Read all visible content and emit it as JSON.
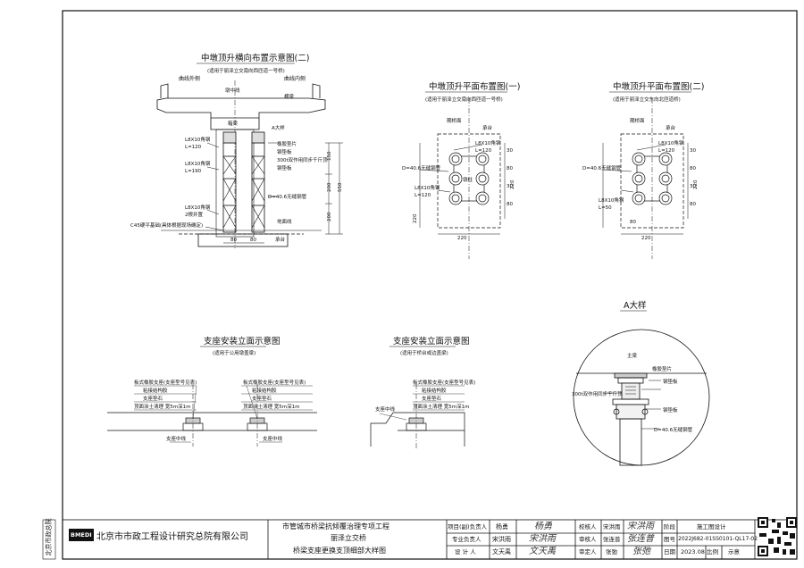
{
  "drawings": {
    "elevation": {
      "title": "中墩顶升横向布置示意图(二)",
      "subtitle": "(适用于丽泽立交南向西匝道一号桥)",
      "labels": {
        "curve_outer": "曲线外侧",
        "curve_inner": "曲线内侧",
        "pier_center": "墩中线",
        "cross_beam": "横梁",
        "a_detail": "A大样",
        "rubber_pad": "橡胶垫片",
        "steel_plate": "钢垫板",
        "jack": "300t双作用同步千斤顶",
        "steel_plate2": "钢垫板",
        "angle1": "L8X10角钢",
        "angle1_len": "L=120",
        "angle2": "L8X10角钢",
        "angle2_len": "L=190",
        "angle3": "L8X10角钢",
        "angle3_len": "2根并置",
        "pipe": "D=40.6无缝钢管",
        "ground": "地面线",
        "foundation": "C45硬平基础(具体根据现场确定)",
        "cap": "承台",
        "box_beam": "箱梁",
        "dims": [
          "150",
          "200",
          "200",
          "550",
          "80",
          "80"
        ]
      }
    },
    "plan1": {
      "title": "中墩顶升平面布置图(一)",
      "subtitle": "(适用于丽泽立交南向西匝道一号桥)",
      "labels": {
        "bearing": "期桥面",
        "cap": "承台",
        "angle_top": "L8X10角钢",
        "angle_top_len": "L=120",
        "pipe": "D=40.6无缝钢管",
        "angle_bot": "L8X10角钢",
        "angle_bot_len": "L=120",
        "pier": "墩柱",
        "dims": [
          "30",
          "80",
          "30",
          "80",
          "220",
          "220",
          "220"
        ]
      }
    },
    "plan2": {
      "title": "中墩顶升平面布置图(二)",
      "subtitle": "(适用于丽泽立交东向北匝道桥)",
      "labels": {
        "bearing": "期桥面",
        "cap": "承台",
        "angle_top": "L8X10角钢",
        "angle_top_len": "L=120",
        "pipe": "D=40.6无缝钢管",
        "angle_bot": "L8X10角钢",
        "angle_bot_len": "L=50",
        "dims": [
          "30",
          "80",
          "30",
          "80",
          "80",
          "220",
          "220"
        ]
      }
    },
    "a_detail": {
      "title": "A大样",
      "labels": {
        "beam": "主梁",
        "rubber": "橡胶垫片",
        "plate": "钢垫板",
        "jack": "300t双作用同步千斤顶",
        "plate2": "钢垫板",
        "pipe": "D=40.6无缝钢管"
      }
    },
    "elev1": {
      "title": "支座安装立面示意图",
      "subtitle": "(适用于公用墩盖梁)",
      "labels": {
        "a1": "板式橡胶支座(支座型号见表)",
        "a2": "粘接结构胶",
        "a3": "支座垫石",
        "a4": "顶面涂土清理 宽5m深1m",
        "b1": "板式橡胶支座(支座型号见表)",
        "b2": "粘接结构胶",
        "b3": "支座垫石",
        "b4": "顶面涂土清理 宽5m深1m",
        "center1": "支座中线",
        "center2": "支座中线"
      }
    },
    "elev2": {
      "title": "支座安装立面示意图",
      "subtitle": "(适用于桥台或边盖梁)",
      "labels": {
        "a1": "板式橡胶支座(支座型号见表)",
        "a2": "粘接结构胶",
        "a3": "支座垫石",
        "a4": "顶面涂土清理 宽5m深1m",
        "center": "支座中线"
      }
    }
  },
  "title_block": {
    "org_side": "北京市政总院",
    "org": "北京市市政工程设计研究总院有限公司",
    "logo": "BMEDI",
    "project": "市管城市桥梁抗倾覆治理专项工程",
    "bridge": "丽泽立交桥",
    "drawing_name": "桥梁支座更换支顶细部大样图",
    "rows": [
      {
        "role": "项目(副)负责人",
        "name": "杨勇",
        "sig": "杨勇",
        "role2": "校核人",
        "name2": "宋洪雨",
        "sig2": "宋洪雨",
        "field": "阶段",
        "value": "施工图设计"
      },
      {
        "role": "专业负责人",
        "name": "宋洪雨",
        "sig": "宋洪雨",
        "role2": "审核人",
        "name2": "张连普",
        "sig2": "张连普",
        "field": "图号",
        "value": "2022J682-01SS0101-QL17-02"
      },
      {
        "role": "设 计 人",
        "name": "文天禹",
        "sig": "文天禹",
        "role2": "审定人",
        "name2": "张弛",
        "sig2": "张弛",
        "field": "日期",
        "value": "2023.08",
        "field2": "比例",
        "value2": "示意"
      }
    ]
  }
}
